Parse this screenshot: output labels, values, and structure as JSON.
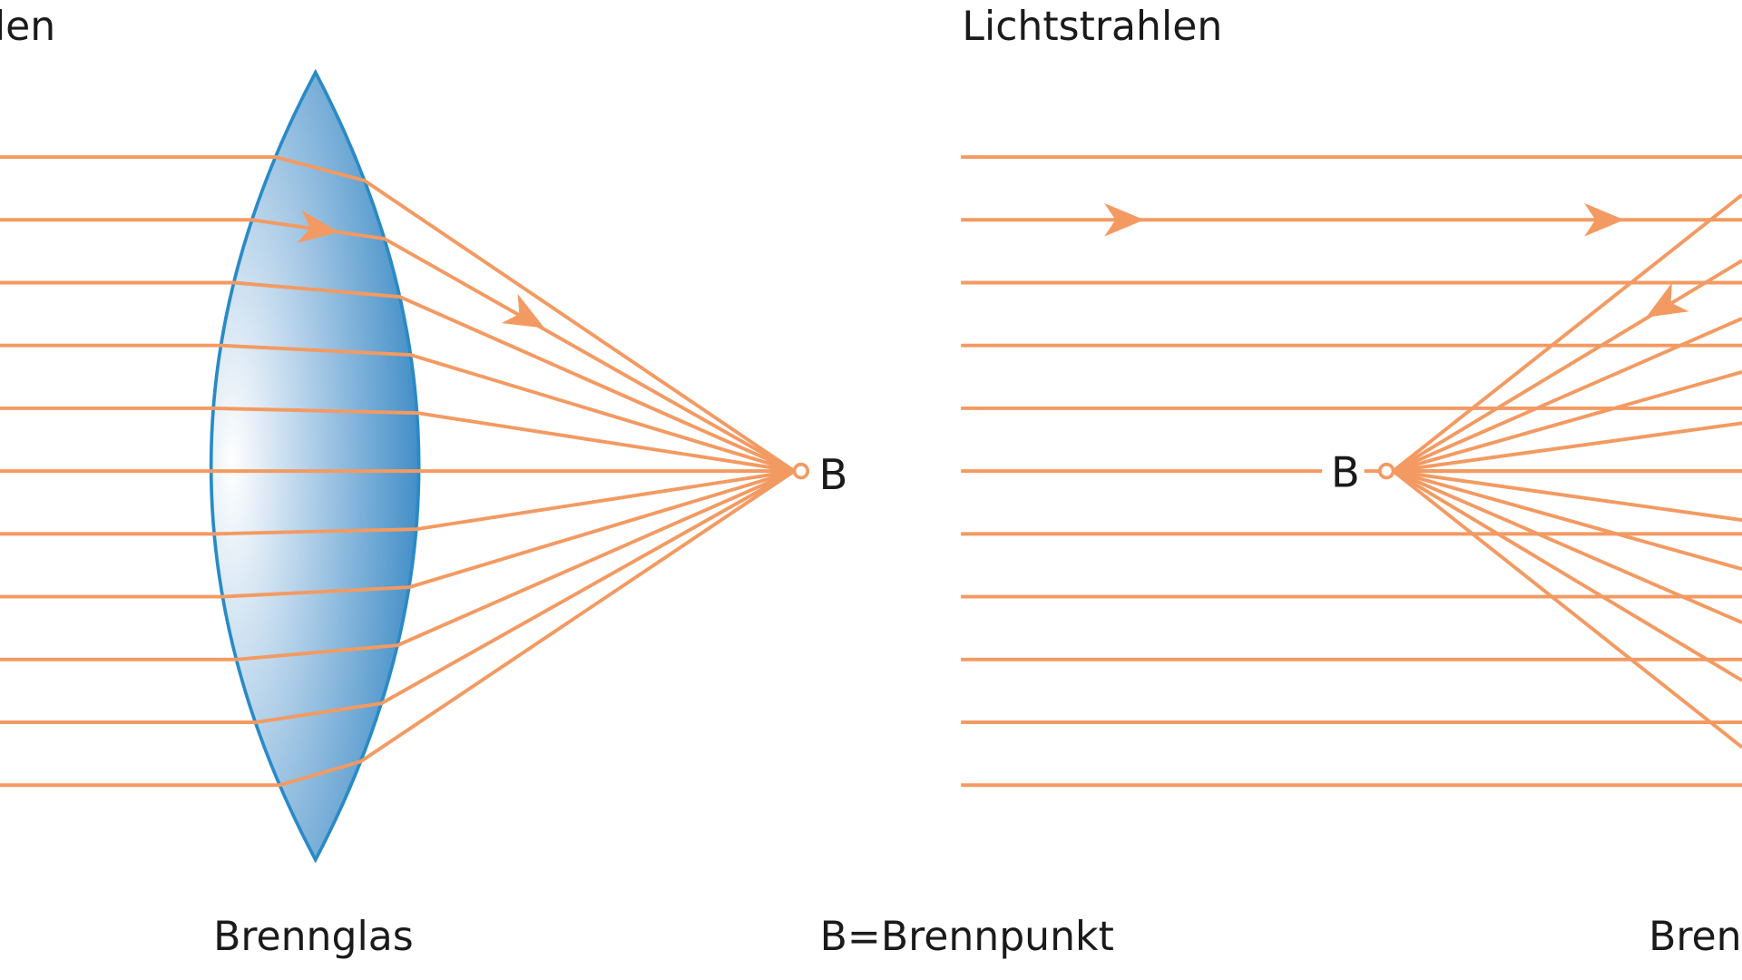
{
  "labels": {
    "left_title": "Lichtstrahlen",
    "right_title": "Lichtstrahlen",
    "lens_caption": "Brennglas",
    "legend": "B=Brennpunkt",
    "right_caption": "Brennglas",
    "focus_left": "B",
    "focus_right": "B"
  },
  "colors": {
    "ray": "#F39A62",
    "lens_stroke": "#2A8AC6",
    "lens_light": "#FFFFFF",
    "lens_dark": "#3E8CC6",
    "text": "#1A1A1A"
  },
  "rays": {
    "count": 11
  }
}
